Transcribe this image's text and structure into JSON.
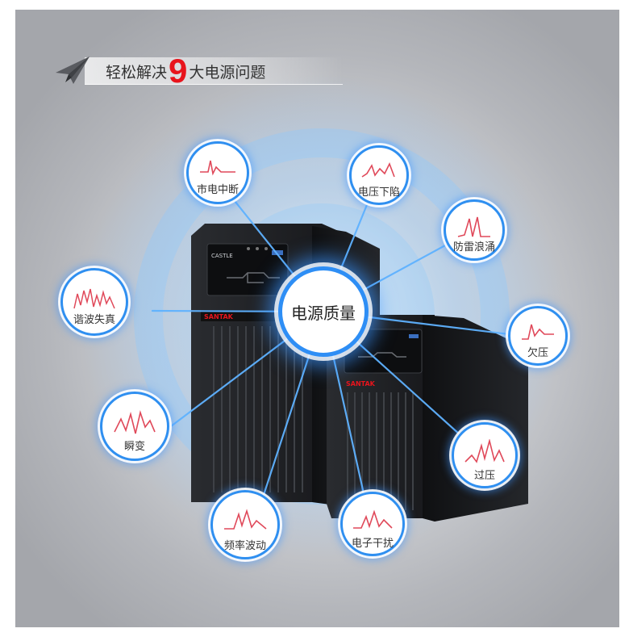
{
  "header": {
    "prefix": "轻松解决",
    "number": "9",
    "suffix": "大电源问题"
  },
  "center_label": "电源质量",
  "problems": [
    {
      "label": "市电中断"
    },
    {
      "label": "电压下陷"
    },
    {
      "label": "防雷浪涌"
    },
    {
      "label": "谐波失真"
    },
    {
      "label": "欠压"
    },
    {
      "label": "瞬变"
    },
    {
      "label": "过压"
    },
    {
      "label": "频率波动"
    },
    {
      "label": "电子干扰"
    }
  ],
  "device": {
    "left_unit": {
      "brand": "SANTAK",
      "model": "CASTLE"
    },
    "right_unit": {
      "brand": "SANTAK"
    }
  },
  "colors": {
    "accent": "#2f8ff0",
    "waveform": "#e0495a",
    "highlight": "#e8141c",
    "device": "#1e2023"
  }
}
